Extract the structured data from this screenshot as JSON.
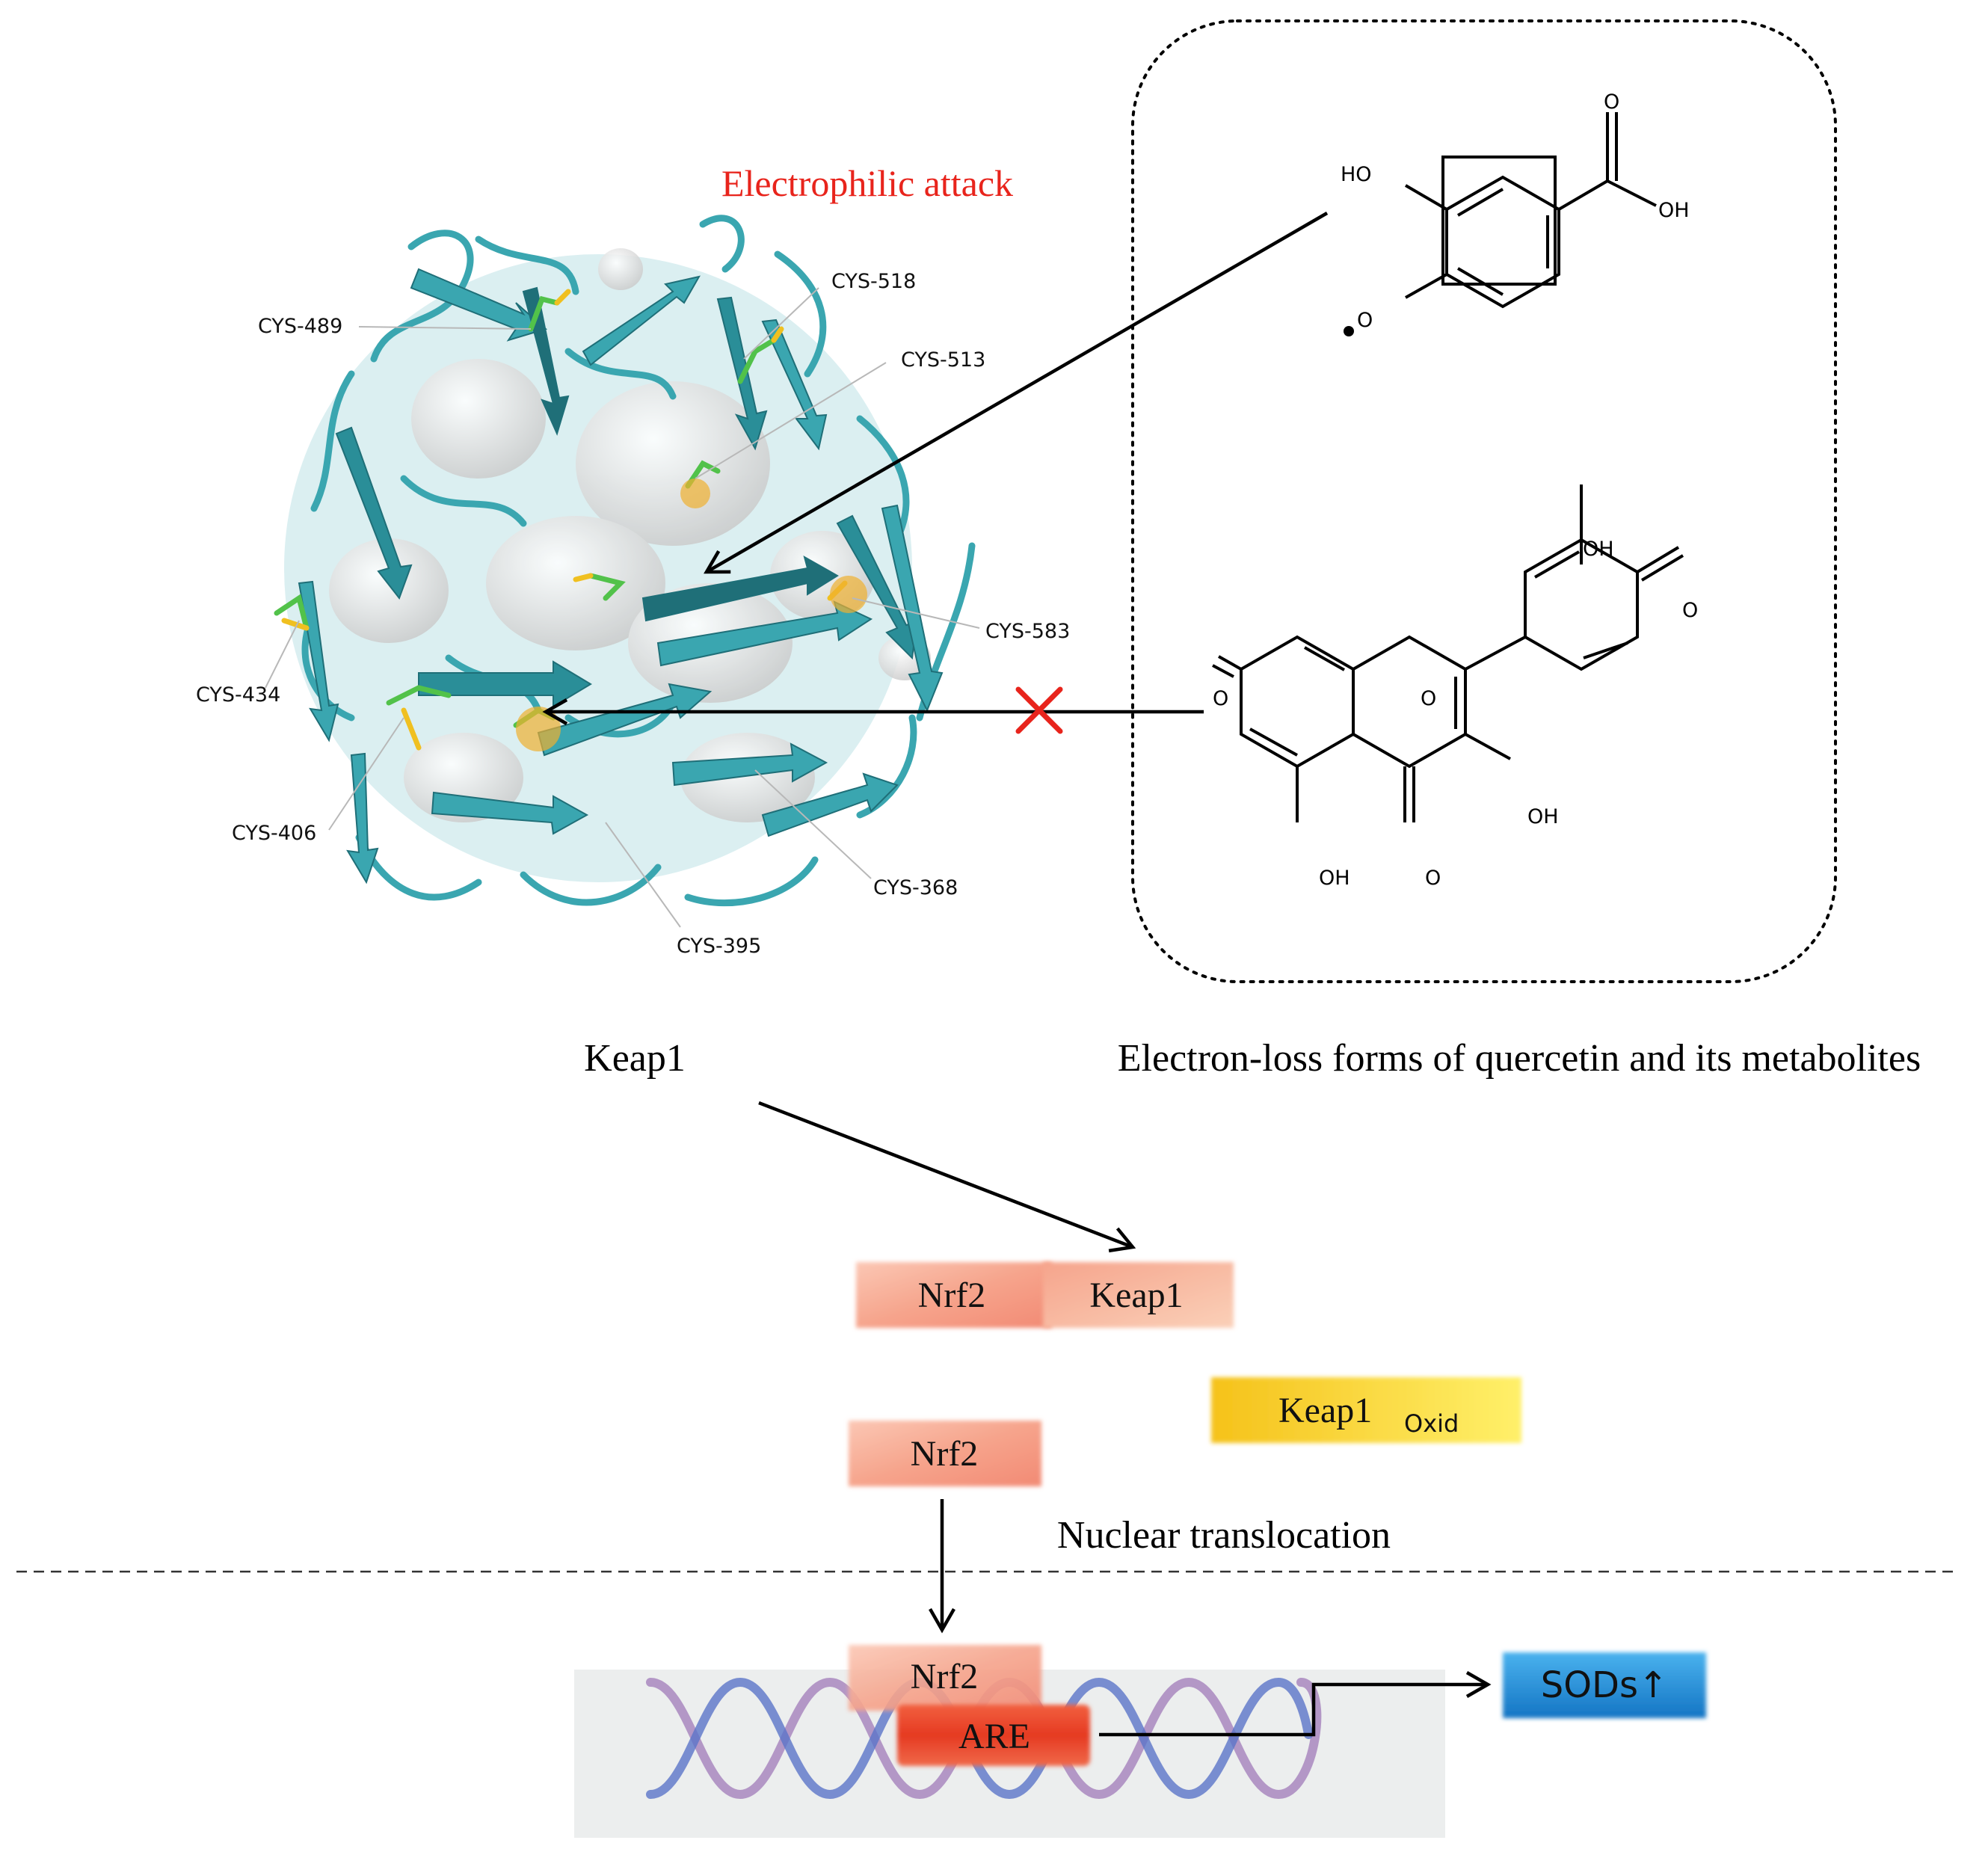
{
  "title": "Electrophilic attack",
  "protein_label": "Keap1",
  "metabolites_caption": "Electron-loss forms of quercetin and its metabolites",
  "cysteine_labels": [
    "CYS-489",
    "CYS-518",
    "CYS-513",
    "CYS-583",
    "CYS-434",
    "CYS-406",
    "CYS-368",
    "CYS-395"
  ],
  "molecule1_atoms": [
    "HO",
    "OH",
    "O",
    "O"
  ],
  "molecule2_atoms": [
    "OH",
    "O",
    "O",
    "O",
    "OH",
    "OH",
    "O"
  ],
  "complex": {
    "nrf2": "Nrf2",
    "keap1": "Keap1"
  },
  "oxidized": {
    "keap1": "Keap1",
    "subscript": "Oxid"
  },
  "free_nrf2": "Nrf2",
  "translocation_label": "Nuclear translocation",
  "nuclear_nrf2": "Nrf2",
  "are_label": "ARE",
  "sods_label": "SODs↑",
  "colors": {
    "title_red": "#e8241c",
    "protein_teal": "#3aa6b0",
    "protein_dark": "#1f6f78",
    "nrf2_fill": "#f6a48c",
    "keap1_oxid_fill": "#f7d11e",
    "are_fill": "#e53a22",
    "sods_fill": "#1e8bd6",
    "dna_blue": "#5b74c8",
    "dna_purple": "#a07ab8",
    "nucleus_bg": "#eceeee",
    "cross_red": "#e8241c"
  }
}
